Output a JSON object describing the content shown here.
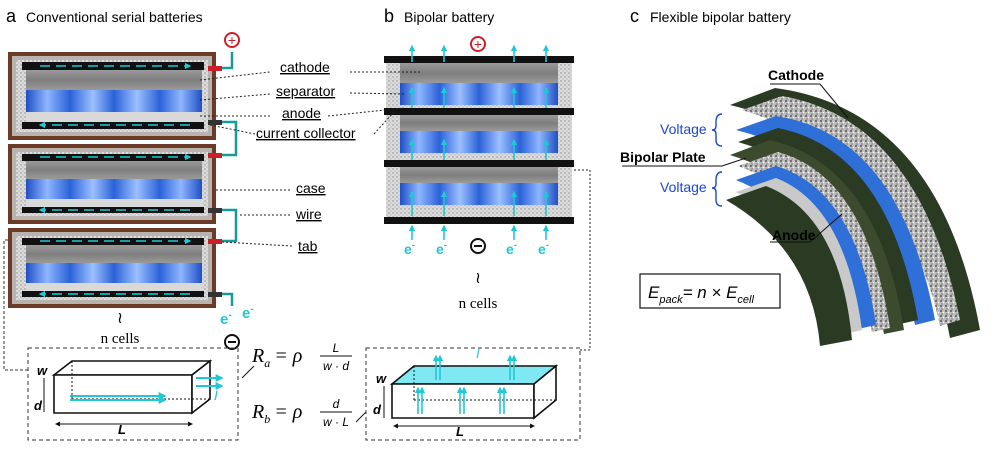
{
  "panel_a": {
    "letter": "a",
    "title": "Conventional serial batteries",
    "labels": {
      "cathode": "cathode",
      "separator": "separator",
      "anode": "anode",
      "current_collector": "current collector",
      "case": "case",
      "wire": "wire",
      "tab": "tab"
    },
    "approx": "≀",
    "n_cells": "n cells",
    "electron": "e",
    "electron_sup": "-",
    "plus": "+",
    "minus": "−",
    "dim_w": "w",
    "dim_d": "d",
    "dim_L": "L",
    "current": "I"
  },
  "panel_b": {
    "letter": "b",
    "title": "Bipolar battery",
    "approx": "≀",
    "n_cells": "n cells",
    "electron": "e",
    "electron_sup": "-",
    "plus": "+",
    "minus": "−",
    "dim_w": "w",
    "dim_d": "d",
    "dim_L": "L",
    "current": "I"
  },
  "formulas": {
    "Ra": {
      "R": "R",
      "sub": "a",
      "eq": "= ρ",
      "num": "L",
      "den": "w · d"
    },
    "Rb": {
      "R": "R",
      "sub": "b",
      "eq": "= ρ",
      "num": "d",
      "den": "w · L"
    }
  },
  "panel_c": {
    "letter": "c",
    "title": "Flexible bipolar battery",
    "labels": {
      "cathode": "Cathode",
      "voltage1": "Voltage",
      "bipolar_plate": "Bipolar Plate",
      "voltage2": "Voltage",
      "anode": "Anode"
    },
    "epack": {
      "E": "E",
      "pack": "pack",
      "eq": "= n × ",
      "E2": "E",
      "cell": "cell"
    }
  },
  "colors": {
    "electrolyte_blue": "#2f6fd8",
    "arrow_cyan": "#1ec8d6",
    "voltage_blue": "#1b46d6",
    "tab_red": "#cc1f2a",
    "wire_teal": "#169a9a"
  }
}
